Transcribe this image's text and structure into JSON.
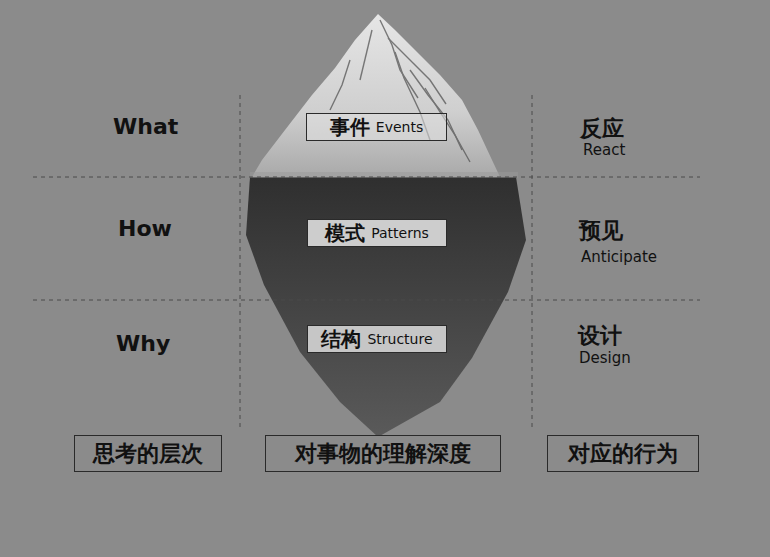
{
  "diagram": {
    "nodes": [
      {
        "text": [
          "事件",
          "Events"
        ]
      },
      {
        "text": [
          "模式",
          "Patterns"
        ]
      },
      {
        "text": [
          "结构",
          "Structure"
        ]
      },
      {
        "text": [
          "思考的层次"
        ]
      },
      {
        "text": [
          "对事物的理解深度"
        ]
      },
      {
        "text": [
          "对应的行为"
        ]
      }
    ],
    "labels": [
      "What",
      "反应",
      "React",
      "How",
      "预见",
      "Anticipate",
      "Why",
      "设计",
      "Design"
    ]
  }
}
